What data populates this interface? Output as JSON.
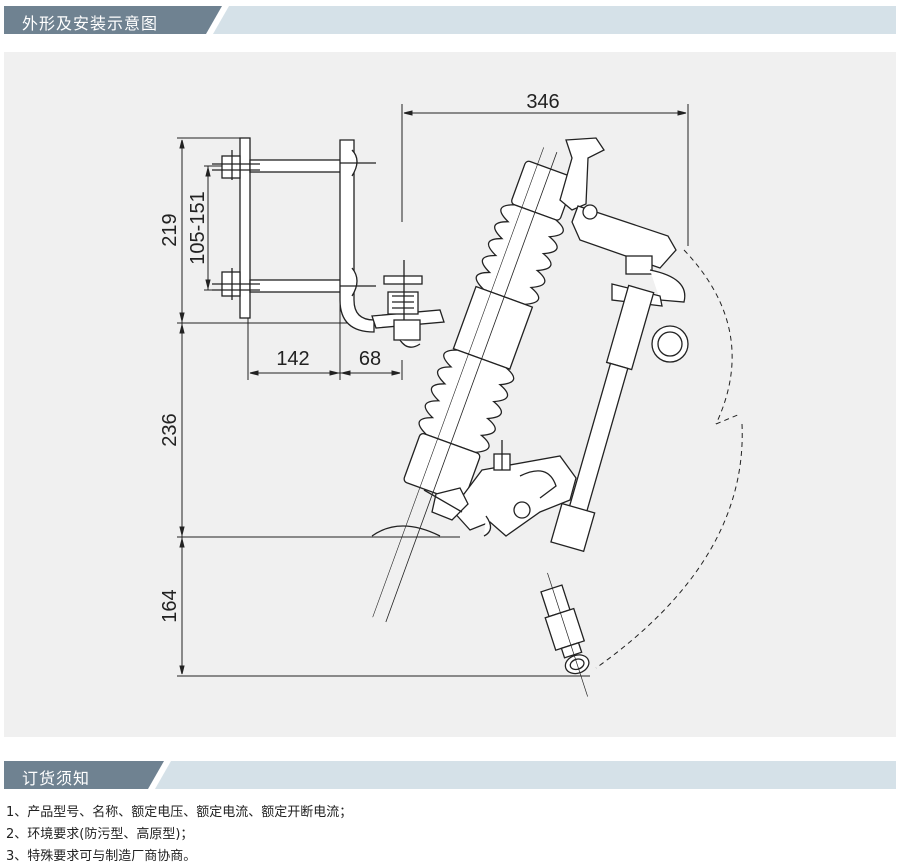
{
  "sections": {
    "outline": {
      "title": "外形及安装示意图"
    },
    "ordering": {
      "title": "订货须知"
    }
  },
  "drawing": {
    "dimensions": {
      "d346": "346",
      "d219": "219",
      "d105_151": "105-151",
      "d142": "142",
      "d68": "68",
      "d236": "236",
      "d164": "164"
    }
  },
  "notes": [
    "1、产品型号、名称、额定电压、额定电流、额定开断电流；",
    "2、环境要求(防污型、高原型)；",
    "3、特殊要求可与制造厂商协商。"
  ],
  "colors": {
    "header_dark": "#6f8291",
    "header_light": "#d5e1e8",
    "panel_bg": "#f0f0f0"
  }
}
